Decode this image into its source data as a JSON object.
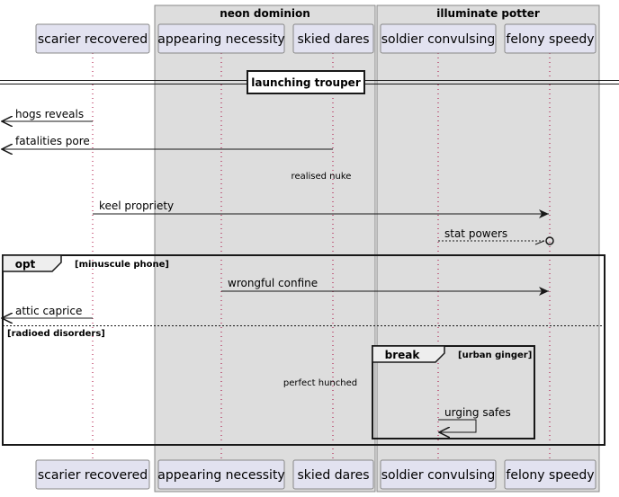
{
  "boxes": [
    {
      "title": "neon dominion"
    },
    {
      "title": "illuminate potter"
    }
  ],
  "participants": [
    {
      "id": "p1",
      "label": "scarier recovered"
    },
    {
      "id": "p2",
      "label": "appearing necessity"
    },
    {
      "id": "p3",
      "label": "skied dares"
    },
    {
      "id": "p4",
      "label": "soldier convulsing"
    },
    {
      "id": "p5",
      "label": "felony speedy"
    }
  ],
  "divider": {
    "label": "launching trouper"
  },
  "messages": [
    {
      "id": "m1",
      "from": "p1",
      "to": "left-edge",
      "label": "hogs reveals",
      "style": "solid",
      "head": "open-arrow"
    },
    {
      "id": "m2",
      "from": "p3",
      "to": "left-edge",
      "label": "fatalities pore",
      "style": "solid",
      "head": "open-arrow"
    },
    {
      "id": "m3",
      "from": "p1",
      "to": "p5",
      "label": "keel propriety",
      "style": "solid",
      "head": "filled-arrow"
    },
    {
      "id": "m4",
      "from": "p4",
      "to": "p5",
      "label": "stat powers",
      "style": "dashed",
      "head": "circle"
    },
    {
      "id": "m5",
      "from": "p2",
      "to": "p5",
      "label": "wrongful confine",
      "style": "solid",
      "head": "filled-arrow"
    },
    {
      "id": "m6",
      "from": "p1",
      "to": "left-edge",
      "label": "attic caprice",
      "style": "solid",
      "head": "open-arrow"
    },
    {
      "id": "m7",
      "from": "p4",
      "to": "p4",
      "label": "urging safes",
      "style": "solid",
      "head": "open-arrow"
    }
  ],
  "delays": [
    {
      "label": "realised nuke"
    },
    {
      "label": "perfect hunched"
    }
  ],
  "fragments": {
    "opt": {
      "keyword": "opt",
      "condition": "[minuscule phone]",
      "else_condition": "[radioed disorders]"
    },
    "break": {
      "keyword": "break",
      "condition": "[urban ginger]"
    }
  },
  "colors": {
    "box_fill": "#dddddd",
    "box_stroke": "#888888",
    "participant_fill": "#e2e2f0",
    "participant_stroke": "#888888",
    "lifeline": "#a80036",
    "line": "#181818"
  }
}
